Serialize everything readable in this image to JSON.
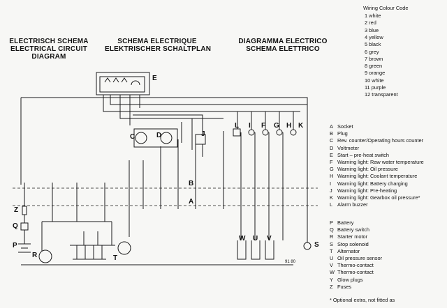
{
  "titles": {
    "nl": [
      "ELECTRISCH SCHEMA",
      "ELECTRICAL CIRCUIT",
      "DIAGRAM"
    ],
    "fr": [
      "SCHEMA ELECTRIQUE",
      "ELEKTRISCHER SCHALTPLAN"
    ],
    "it": [
      "DIAGRAMMA ELECTRICO",
      "SCHEMA ELETTRICO"
    ]
  },
  "colour_code": {
    "heading": "Wiring Colour Code",
    "items": [
      "1 white",
      "2 red",
      "3 blue",
      "4 yellow",
      "5 black",
      "6 grey",
      "7 brown",
      "8 green",
      "9 orange",
      "10 white",
      "11 purple",
      "12 transparent"
    ]
  },
  "legend_top": [
    {
      "key": "A",
      "text": "Socket"
    },
    {
      "key": "B",
      "text": "Plug"
    },
    {
      "key": "C",
      "text": "Rev. counter/Operating hours counter"
    },
    {
      "key": "D",
      "text": "Voltmeter"
    },
    {
      "key": "E",
      "text": "Start – pre-heat switch"
    },
    {
      "key": "F",
      "text": "Warning light: Raw water temperature"
    },
    {
      "key": "G",
      "text": "Warning light: Oil pressure"
    },
    {
      "key": "H",
      "text": "Warning light: Coolant temperature"
    },
    {
      "key": "I",
      "text": "Warning light: Battery charging"
    },
    {
      "key": "J",
      "text": "Warning light: Pre-heating"
    },
    {
      "key": "K",
      "text": "Warning light: Gearbox oil pressure*"
    },
    {
      "key": "L",
      "text": "Alarm buzzer"
    }
  ],
  "legend_bottom": [
    {
      "key": "P",
      "text": "Battery"
    },
    {
      "key": "Q",
      "text": "Battery switch"
    },
    {
      "key": "R",
      "text": "Starter motor"
    },
    {
      "key": "S",
      "text": "Stop solenoid"
    },
    {
      "key": "T",
      "text": "Alternator"
    },
    {
      "key": "U",
      "text": "Oil pressure sensor"
    },
    {
      "key": "V",
      "text": "Thermo-contact"
    },
    {
      "key": "W",
      "text": "Thermo-contact"
    },
    {
      "key": "Y",
      "text": "Glow plugs"
    },
    {
      "key": "Z",
      "text": "Fuses"
    }
  ],
  "footnote": "* Optional extra, not fitted as",
  "diagram": {
    "plug_label": "B",
    "socket_label": "A",
    "labels": {
      "E": "E",
      "C": "C",
      "D": "D",
      "J": "J",
      "L": "L",
      "I": "I",
      "F": "F",
      "G": "G",
      "H": "H",
      "K": "K",
      "Z": "Z",
      "Q": "Q",
      "P": "P",
      "R": "R",
      "T": "T",
      "W": "W",
      "U": "U",
      "V": "V",
      "S": "S"
    },
    "code": "91 80"
  }
}
